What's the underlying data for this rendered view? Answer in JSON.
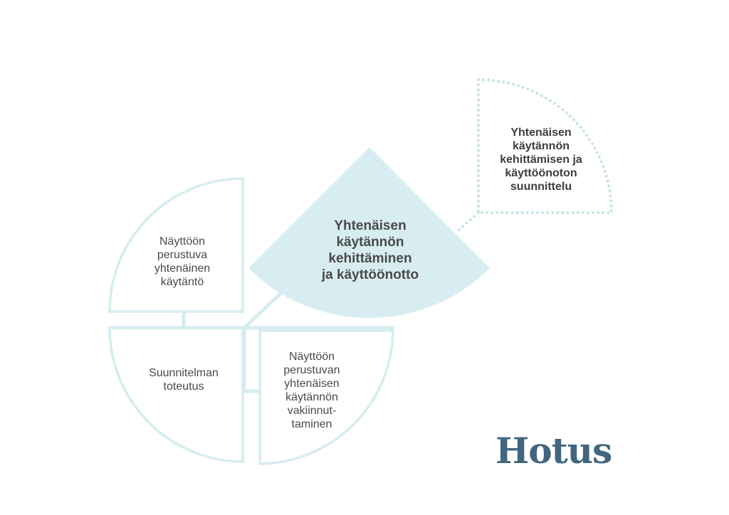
{
  "colors": {
    "outline": "#d6ecf0",
    "center_fill": "#d8edf1",
    "dotted": "#c8e3e8",
    "text": "#4a4a4a",
    "logo": "#42667f"
  },
  "segments": {
    "top_left": {
      "lines": [
        "Näyttöön",
        "perustuva",
        "yhtenäinen",
        "käytäntö"
      ]
    },
    "bottom_left": {
      "lines": [
        "Suunnitelman",
        "toteutus"
      ]
    },
    "bottom_right": {
      "lines": [
        "Näyttöön",
        "perustuvan",
        "yhtenäisen",
        "käytännön",
        "vakiinnut-",
        "taminen"
      ]
    },
    "center": {
      "lines": [
        "Yhtenäisen",
        "käytännön",
        "kehittäminen",
        "ja käyttöönotto"
      ]
    },
    "planned": {
      "lines": [
        "Yhtenäisen",
        "käytännön",
        "kehittämisen ja",
        "käyttöönoton",
        "suunnittelu"
      ]
    }
  },
  "logo": {
    "text": "Hotus"
  }
}
